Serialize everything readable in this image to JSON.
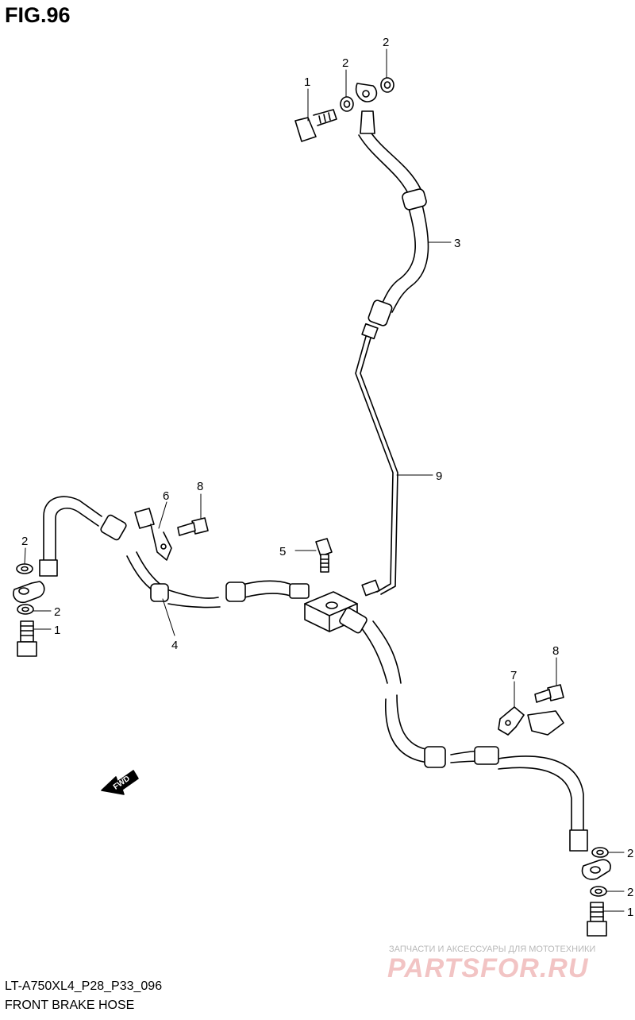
{
  "figure": {
    "title": "FIG.96"
  },
  "footer": {
    "code": "LT-A750XL4_P28_P33_096",
    "caption": "FRONT BRAKE HOSE"
  },
  "watermark": {
    "tagline": "ЗАПЧАСТИ И АКСЕССУАРЫ ДЛЯ МОТОТЕХНИКИ",
    "logo": "PARTSFOR.RU"
  },
  "arrow": {
    "label": "FWD"
  },
  "callouts": {
    "top_bolt": "1",
    "top_washer_left": "2",
    "top_washer_right": "2",
    "upper_hose": "3",
    "pipe": "9",
    "bracket_left_bolt": "8",
    "bracket_left": "6",
    "joint_bolt": "5",
    "left_washer_top": "2",
    "left_washer_bottom": "2",
    "left_bolt": "1",
    "left_hose": "4",
    "bracket_right_bolt": "8",
    "bracket_right": "7",
    "right_washer_top": "2",
    "right_washer_bottom": "2",
    "right_bolt": "1"
  }
}
